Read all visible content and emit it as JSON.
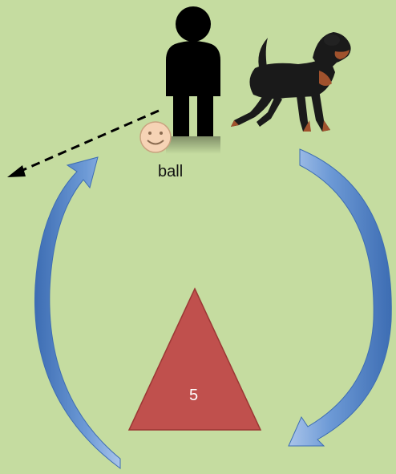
{
  "labels": {
    "ball": "ball",
    "triangle_number": "5"
  },
  "colors": {
    "background": "#c5dca0",
    "person": "#000000",
    "ball_face": "#f6d3b5",
    "triangle": "#c0504d",
    "triangle_border": "#9b3734",
    "arrow": "#4f81bd",
    "dog_body": "#1a1a1a",
    "dog_tan": "#a0522d"
  },
  "icons": {
    "person": "person-silhouette-icon",
    "ball": "smiley-ball-icon",
    "dog": "rottweiler-dog-image",
    "throw_path": "dashed-arrow-icon"
  }
}
